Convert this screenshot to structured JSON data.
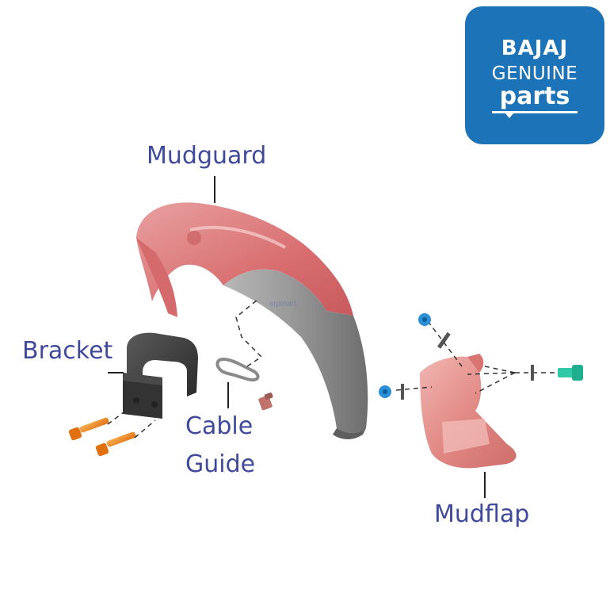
{
  "logo": {
    "line1": "BAJAJ",
    "line2": "GENUINE",
    "line3": "parts",
    "bg_color": "#1c73b8"
  },
  "watermark": "srpmart",
  "labels": {
    "mudguard": "Mudguard",
    "bracket": "Bracket",
    "cable_guide_line1": "Cable",
    "cable_guide_line2": "Guide",
    "mudflap": "Mudflap"
  },
  "colors": {
    "label_text": "#3f4a9a",
    "mudguard_red": "#e07b7b",
    "mudguard_grey": "#8f8f8f",
    "bracket": "#3a3a3a",
    "bolt_orange": "#f08a1e",
    "mudflap_red": "#e38a85",
    "fastener_blue": "#2a8fd6",
    "fastener_teal": "#30c9a8"
  }
}
